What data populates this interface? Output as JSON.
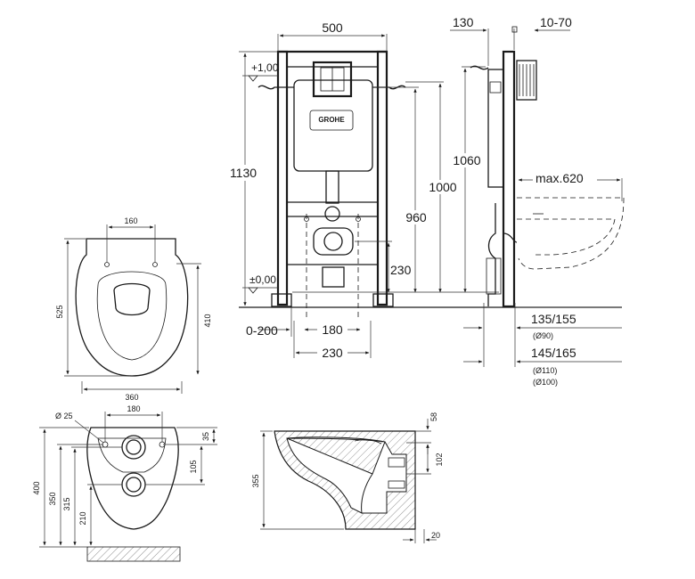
{
  "logo_text": "GROHE",
  "main_dims": {
    "top_width": "500",
    "wall_gap": "130",
    "wall_range": "10-70",
    "level_top": "+1,00",
    "level_zero": "±0,00",
    "frame_height": "1130",
    "h1060": "1060",
    "h1000": "1000",
    "h960": "960",
    "h230": "230",
    "max_depth": "max.620",
    "adj_range": "0-200",
    "bolt_spacing": "180",
    "outer_spacing": "230",
    "pipe1": "135/155",
    "pipe1_dia": "(Ø90)",
    "pipe2": "145/165",
    "pipe2_dia1": "(Ø110)",
    "pipe2_dia2": "(Ø100)"
  },
  "bowl_top_dims": {
    "seat_width": "160",
    "length": "525",
    "inner_length": "410",
    "width": "360"
  },
  "bowl_rear_dims": {
    "hole_dia": "Ø 25",
    "bolt_spacing": "180",
    "height_400": "400",
    "height_350": "350",
    "height_315": "315",
    "height_210": "210",
    "d105": "105",
    "d35": "35"
  },
  "bowl_side_dims": {
    "height": "355",
    "d58": "58",
    "d102": "102",
    "d20": "20"
  }
}
